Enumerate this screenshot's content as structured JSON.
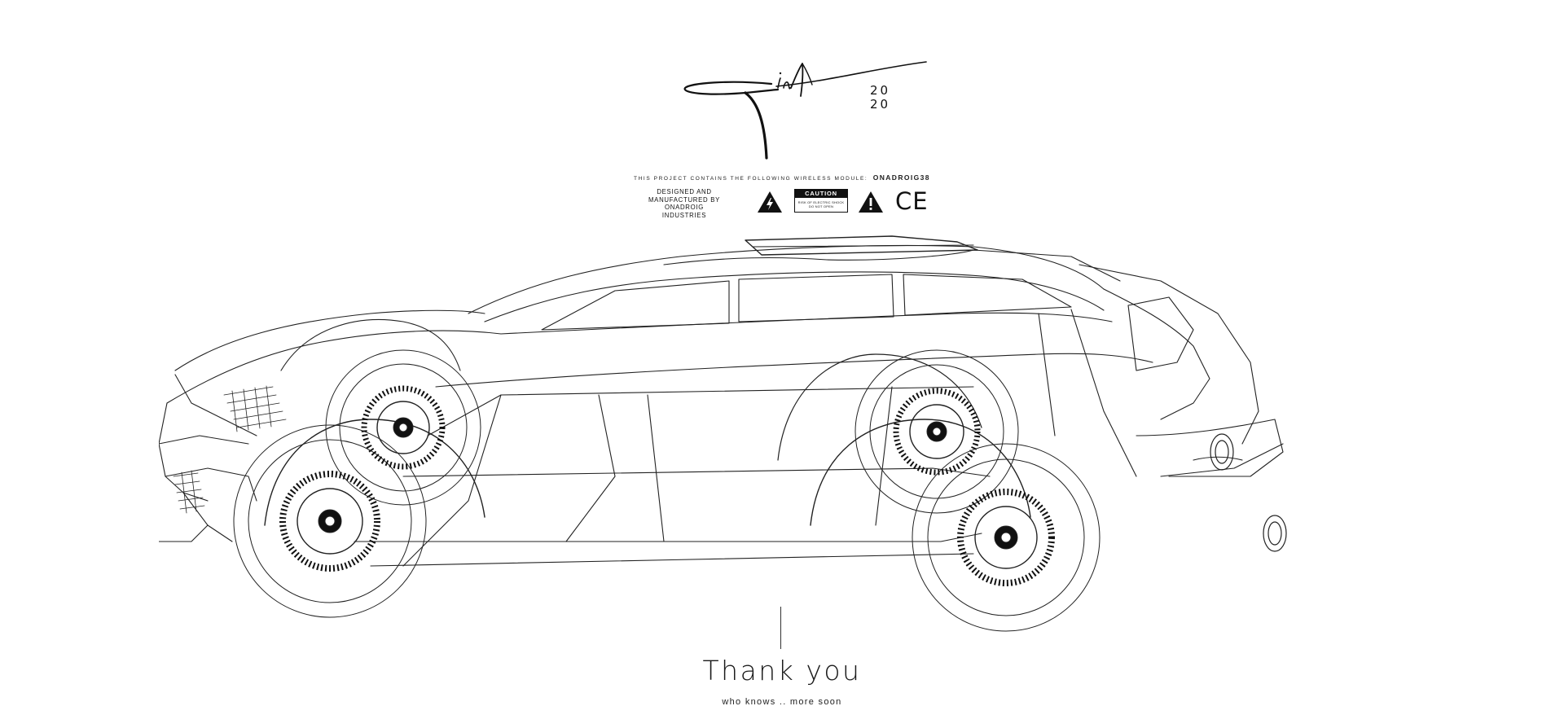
{
  "header": {
    "year_top": "20",
    "year_bottom": "20"
  },
  "notice": {
    "wireless_text": "This project contains the following wireless module:",
    "module_name": "ONADROIG38"
  },
  "badges": {
    "designed_line1": "Designed and",
    "designed_line2": "manufactured by",
    "designed_line3": "Onadroig Industries",
    "caution_title": "CAUTION",
    "caution_line1": "Risk of electric shock",
    "caution_line2": "do not open",
    "ce_mark": "CE",
    "icons": [
      "lightning-triangle-icon",
      "exclamation-triangle-icon"
    ]
  },
  "footer": {
    "title": "Thank you",
    "subtitle": "who knows .. more soon"
  }
}
